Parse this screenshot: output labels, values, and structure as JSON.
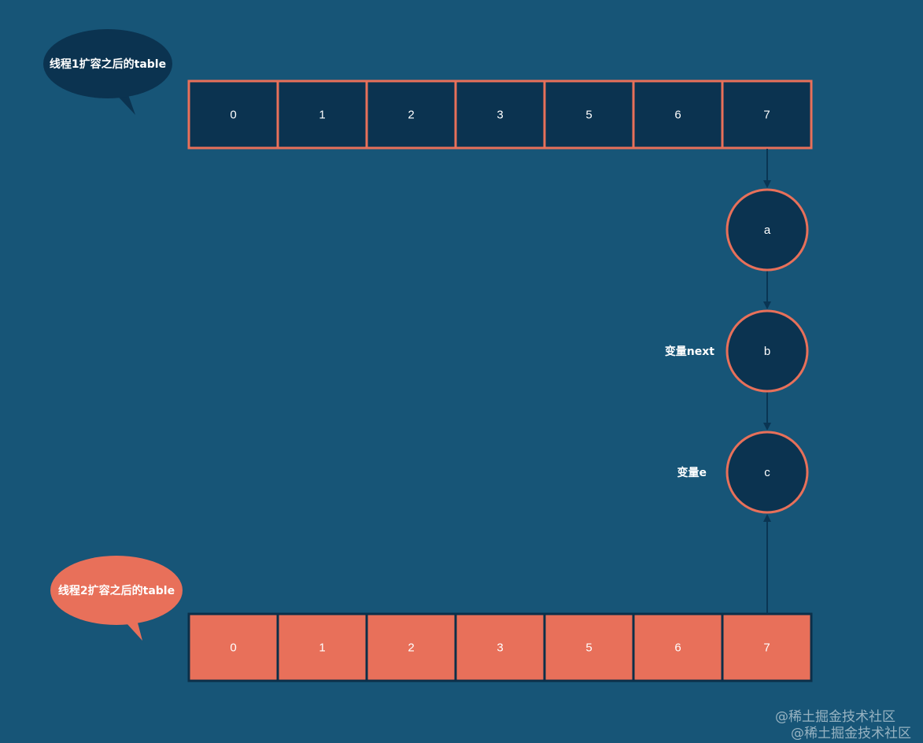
{
  "colors": {
    "background": "#175577",
    "dark_cell": "#0b3350",
    "accent": "#e8705a",
    "border_dark": "#0b2f49",
    "arrow": "#0a3553",
    "text": "#ffffff"
  },
  "top_table": {
    "caption": "线程1扩容之后的table",
    "cells": [
      "0",
      "1",
      "2",
      "3",
      "5",
      "6",
      "7"
    ]
  },
  "bottom_table": {
    "caption": "线程2扩容之后的table",
    "cells": [
      "0",
      "1",
      "2",
      "3",
      "5",
      "6",
      "7"
    ]
  },
  "nodes": [
    {
      "id": "a",
      "label": "a",
      "side_label": ""
    },
    {
      "id": "b",
      "label": "b",
      "side_label": "变量next"
    },
    {
      "id": "c",
      "label": "c",
      "side_label": "变量e"
    }
  ],
  "watermark": {
    "line1": "@稀土掘金技术社区",
    "line2": "@稀土掘金技术社区"
  }
}
